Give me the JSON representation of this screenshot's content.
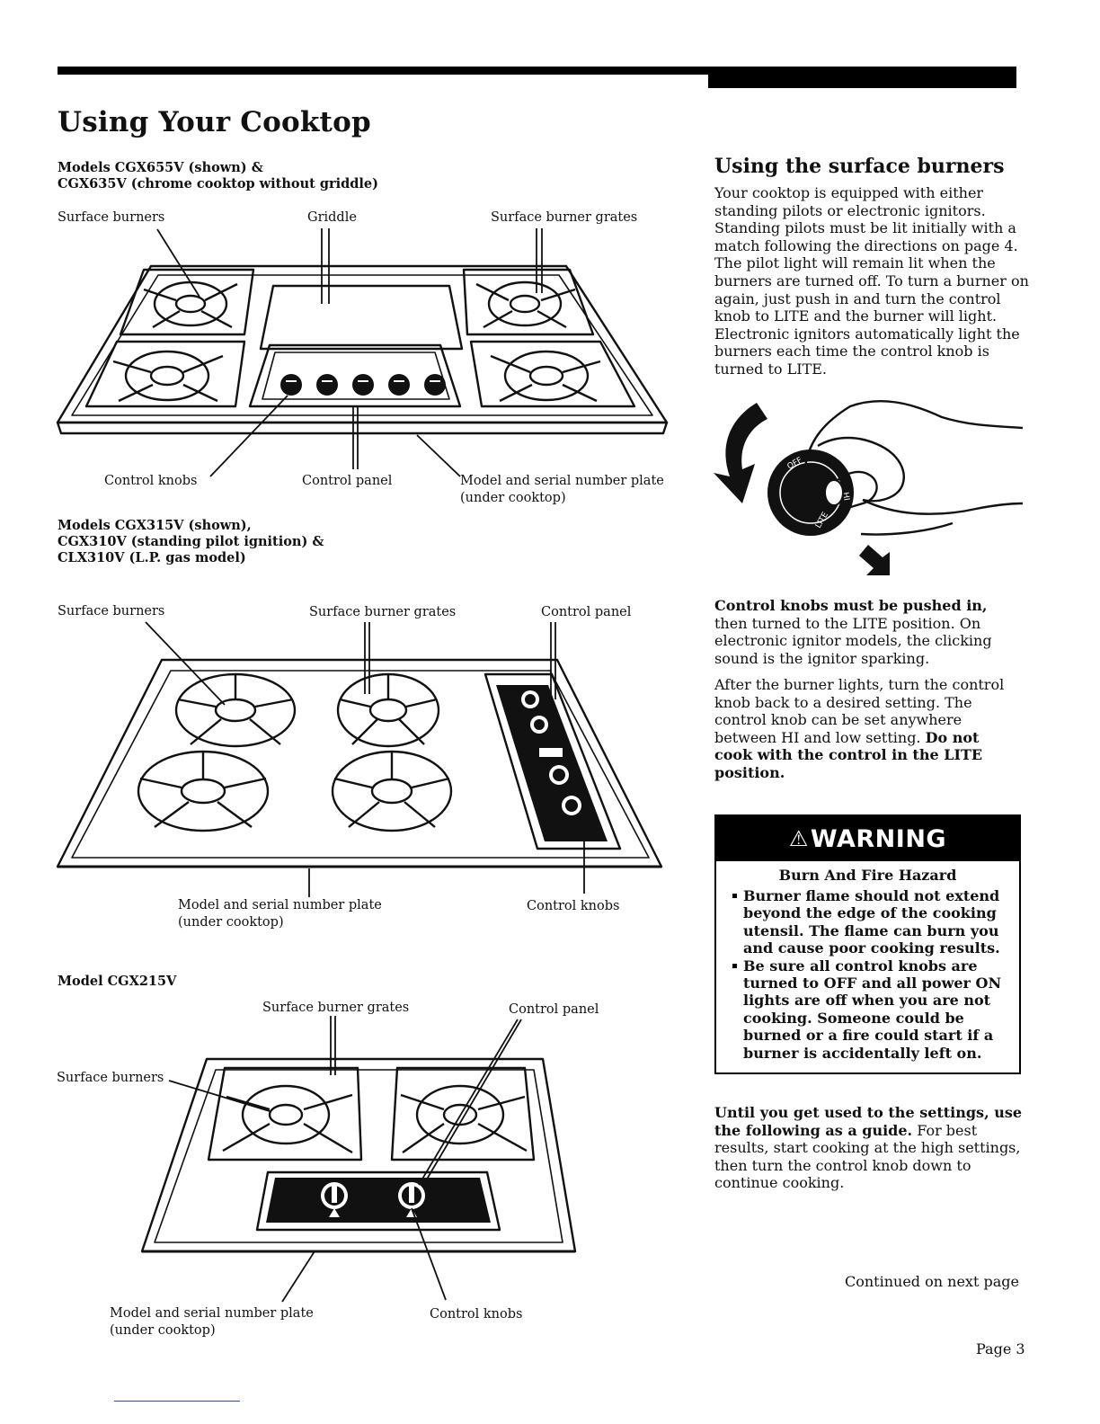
{
  "page": {
    "title": "Using Your Cooktop",
    "continued": "Continued on next page",
    "page_number": "Page 3"
  },
  "figure1": {
    "caption_line1": "Models CGX655V (shown) &",
    "caption_line2": "CGX635V (chrome cooktop without griddle)",
    "labels": {
      "surface_burners": "Surface burners",
      "griddle": "Griddle",
      "surface_burner_grates": "Surface burner grates",
      "control_knobs": "Control knobs",
      "control_panel": "Control panel",
      "model_plate_line1": "Model and serial number plate",
      "model_plate_line2": "(under cooktop)"
    }
  },
  "figure2": {
    "caption_line1": "Models CGX315V (shown),",
    "caption_line2": "CGX310V (standing pilot ignition) &",
    "caption_line3": "CLX310V (L.P. gas model)",
    "labels": {
      "surface_burners": "Surface burners",
      "surface_burner_grates": "Surface burner grates",
      "control_panel": "Control panel",
      "model_plate_line1": "Model and serial number plate",
      "model_plate_line2": "(under cooktop)",
      "control_knobs": "Control knobs"
    }
  },
  "figure3": {
    "caption": "Model CGX215V",
    "labels": {
      "surface_burner_grates": "Surface burner grates",
      "control_panel": "Control panel",
      "surface_burners": "Surface burners",
      "model_plate_line1": "Model and serial number plate",
      "model_plate_line2": "(under cooktop)",
      "control_knobs": "Control knobs"
    }
  },
  "right": {
    "heading": "Using the surface burners",
    "intro": "Your cooktop is equipped with either standing pilots or electronic ignitors. Standing pilots must be lit initially with a match following the directions on page 4. The pilot light will remain lit when the burners are turned off. To turn a burner on again, just push in and turn the control knob to LITE and the burner will light. Electronic ignitors automatically light the burners each time the control knob is turned to LITE.",
    "knob_labels": [
      "OFF",
      "LITE",
      "HI"
    ],
    "push_bold": "Control knobs must be pushed in,",
    "push_rest": " then turned to the LITE position. On electronic ignitor models, the clicking sound is the ignitor sparking.",
    "after_text": "After the burner lights, turn the control knob back to a desired setting. The control knob can be set anywhere between HI and low setting. ",
    "after_bold": "Do not cook with the control in the LITE position.",
    "until_bold": "Until you get used to the settings, use the following as a guide.",
    "until_rest": " For best results, start cooking at the high settings, then turn the control knob down to continue cooking."
  },
  "warning": {
    "symbol": "⚠",
    "title": "WARNING",
    "subtitle": "Burn And Fire Hazard",
    "items": [
      "Burner flame should not extend beyond the edge of the cooking utensil. The flame can burn you and cause poor cooking results.",
      "Be sure all control knobs are turned to OFF and all power ON lights are off when you are not cooking. Someone could be burned or a fire could start if a burner is accidentally left on."
    ]
  }
}
